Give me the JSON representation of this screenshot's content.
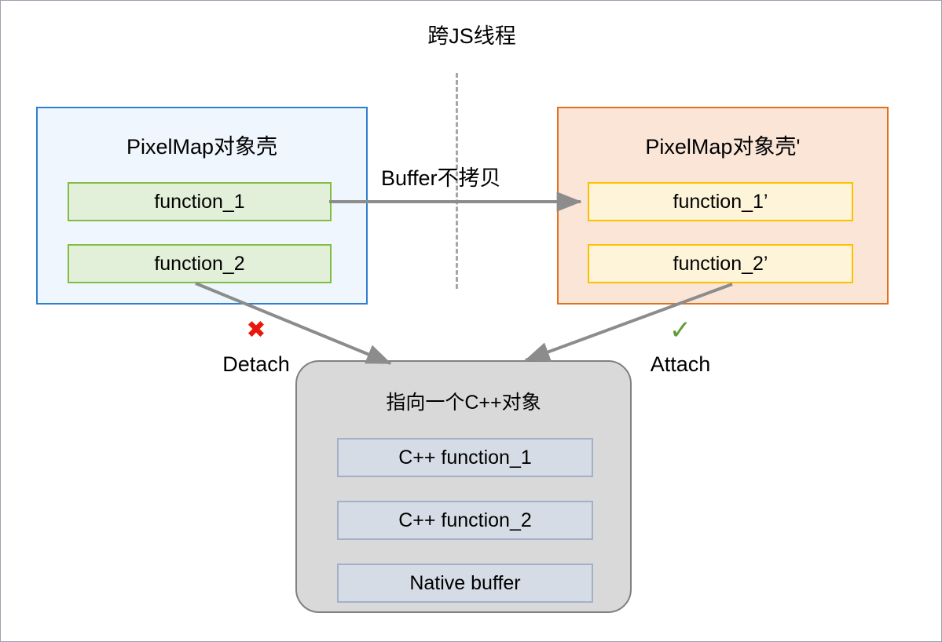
{
  "diagram": {
    "title": "跨JS线程",
    "divider_name": "js-thread-boundary"
  },
  "left_shell": {
    "title": "PixelMap对象壳",
    "rows": [
      {
        "label": "function_1"
      },
      {
        "label": "function_2"
      }
    ],
    "border_color": "#2f7fd1",
    "fill_color": "#eff6fd",
    "row_border_color": "#82bd41",
    "row_fill_color": "#e2efd9"
  },
  "right_shell": {
    "title": "PixelMap对象壳'",
    "rows": [
      {
        "label": "function_1’"
      },
      {
        "label": "function_2’"
      }
    ],
    "border_color": "#e2711d",
    "fill_color": "#fae5d7",
    "row_border_color": "#ffc000",
    "row_fill_color": "#fdf4d9"
  },
  "transfer": {
    "label": "Buffer不拷贝"
  },
  "native_object": {
    "title": "指向一个C++对象",
    "rows": [
      {
        "label": "C++ function_1"
      },
      {
        "label": "C++ function_2"
      }
    ],
    "buffer_row": {
      "label": "Native buffer"
    },
    "fill_color": "#d9d9d9",
    "border_color": "#808080",
    "row_fill_color": "#d5dce6",
    "row_border_color": "#a3b0c8"
  },
  "annotations": {
    "detach": {
      "mark": "✖",
      "mark_color": "#e8180c",
      "label": "Detach"
    },
    "attach": {
      "mark": "✓",
      "mark_color": "#5f9c36",
      "label": "Attach"
    }
  },
  "arrow_color": "#8c8c8c"
}
